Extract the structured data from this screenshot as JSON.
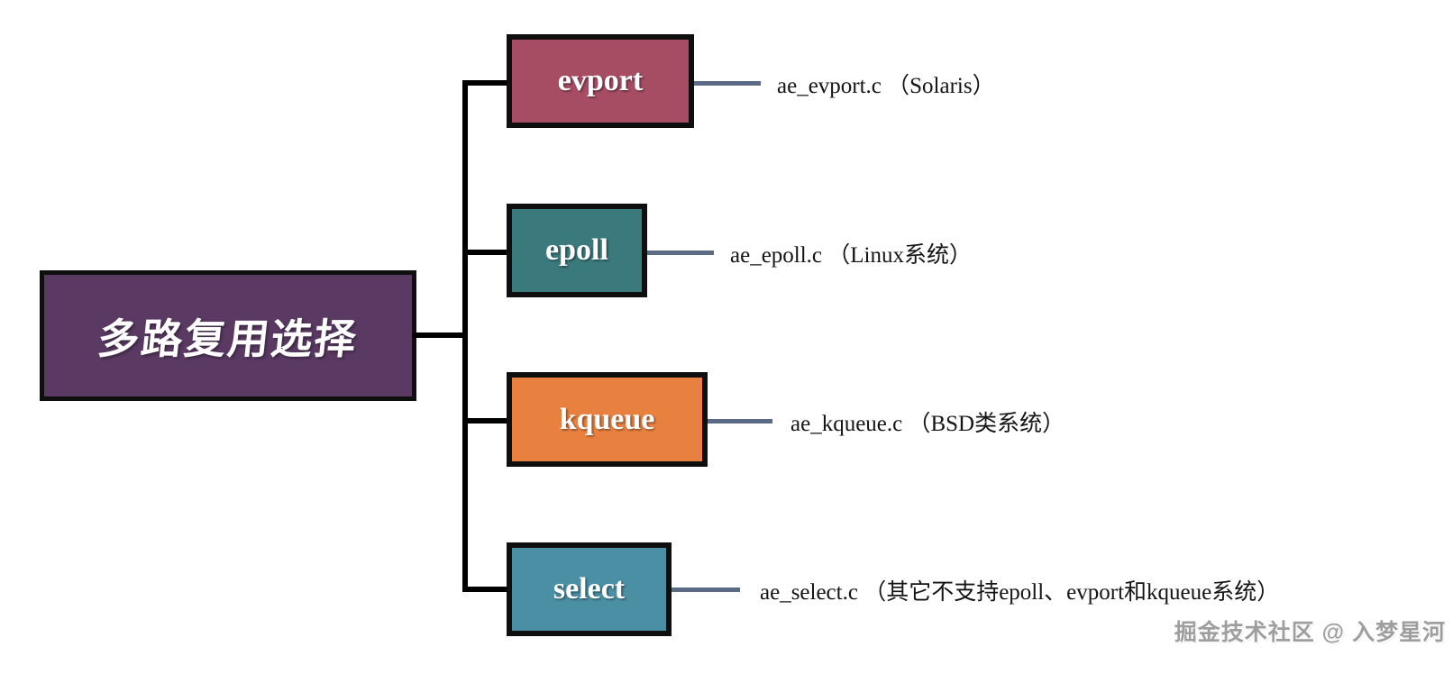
{
  "diagram": {
    "root": {
      "label": "多路复用选择",
      "color": "#5a3a63"
    },
    "branches": [
      {
        "label": "evport",
        "annotation": "ae_evport.c （Solaris）",
        "color": "#a64d64"
      },
      {
        "label": "epoll",
        "annotation": "ae_epoll.c （Linux系统）",
        "color": "#3a7a7d"
      },
      {
        "label": "kqueue",
        "annotation": "ae_kqueue.c （BSD类系统）",
        "color": "#e8813f"
      },
      {
        "label": "select",
        "annotation": "ae_select.c （其它不支持epoll、evport和kqueue系统）",
        "color": "#4a8fa4"
      }
    ],
    "connector_colors": {
      "tree_line": "#000000",
      "annotation_line": "#5b6b87",
      "node_border": "#0f0f0f"
    },
    "watermark": "掘金技术社区 @ 入梦星河"
  }
}
